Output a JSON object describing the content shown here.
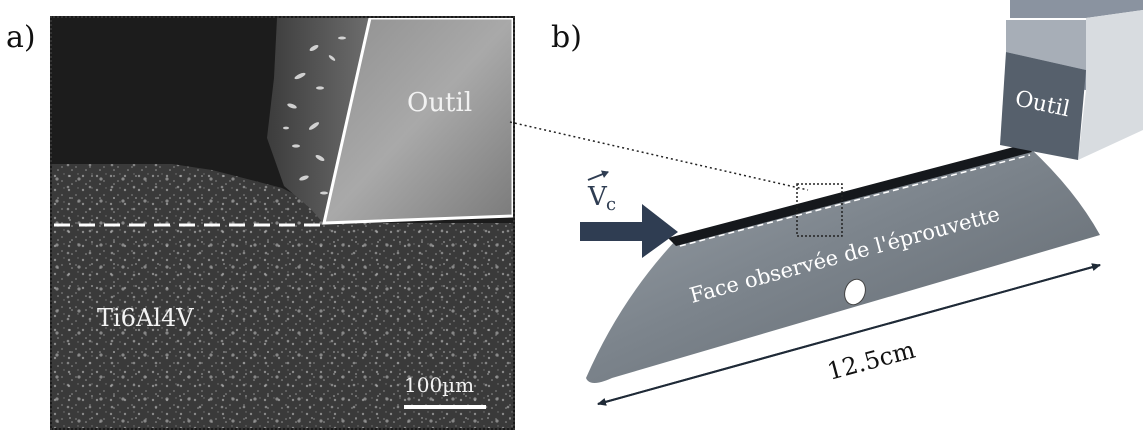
{
  "panels": {
    "a": {
      "label": "a)",
      "tool_label": "Outil",
      "material_label": "Ti6Al4V",
      "scale_bar_label": "100µm"
    },
    "b": {
      "label": "b)",
      "tool_label": "Outil",
      "velocity_label": "V",
      "velocity_subscript": "c",
      "face_label": "Face observée de l'éprouvette",
      "length_label": "12.5cm"
    }
  },
  "colors": {
    "arrow": "#2f3d52",
    "tool_front": "#56606c",
    "tool_side": "#d8dce0",
    "tool_top": "#8a93a0",
    "specimen": "#7d858d"
  }
}
